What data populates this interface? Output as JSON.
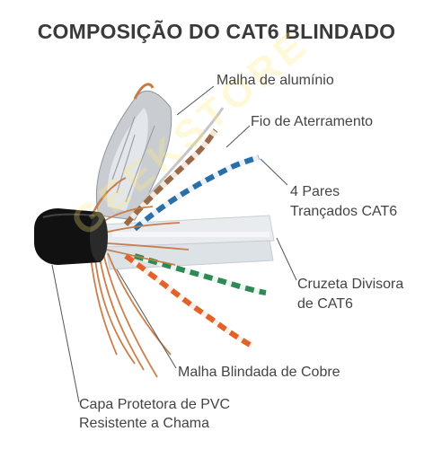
{
  "title": "COMPOSIÇÃO DO CAT6 BLINDADO",
  "watermark": "GEEKSTORE",
  "labels": {
    "aluminum_foil": "Malha de alumínio",
    "ground_wire": "Fio de Aterramento",
    "pairs_line1": "4 Pares",
    "pairs_line2": "Trançados CAT6",
    "separator_line1": "Cruzeta Divisora",
    "separator_line2": "de CAT6",
    "copper_braid": "Malha Blindada de Cobre",
    "jacket_line1": "Capa Protetora de PVC",
    "jacket_line2": "Resistente a Chama"
  },
  "colors": {
    "jacket": "#111111",
    "copper": "#c87a45",
    "foil": "#c9cdd2",
    "pair_blue": "#2a6fa8",
    "pair_green": "#2e8a55",
    "pair_orange": "#e2622a",
    "pair_brown": "#9a6a48"
  }
}
